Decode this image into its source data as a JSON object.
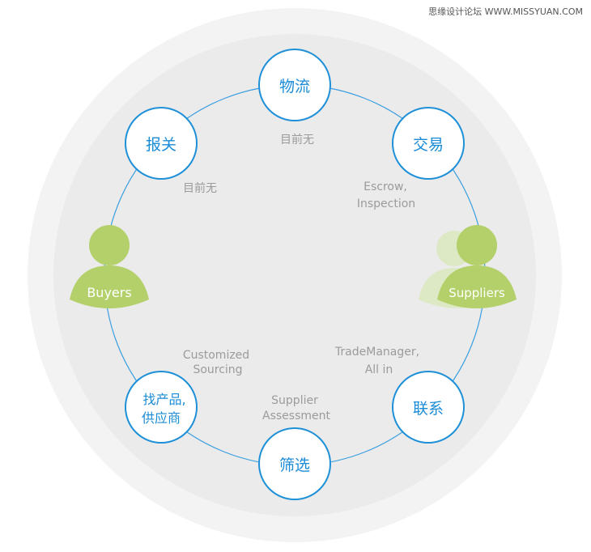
{
  "watermark": "思缘设计论坛 WWW.MISSYUAN.COM",
  "colors": {
    "node_stroke": "#1e90d8",
    "node_text": "#1a8bd6",
    "ring": "#3b9ee0",
    "person": "#b3d06a",
    "person_light": "#dde8c5",
    "note_text": "#9b9b9b",
    "outer_bg": "#f3f3f3",
    "inner_bg": "#ebebeb"
  },
  "nodes": [
    {
      "id": "logistics",
      "label": "物流"
    },
    {
      "id": "customs",
      "label": "报关"
    },
    {
      "id": "trade",
      "label": "交易"
    },
    {
      "id": "contact",
      "label": "联系"
    },
    {
      "id": "screening",
      "label": "筛选"
    },
    {
      "id": "find",
      "lines": [
        "找产品,",
        "供应商"
      ]
    }
  ],
  "people": {
    "buyers": "Buyers",
    "suppliers": "Suppliers"
  },
  "notes": [
    {
      "id": "logistics-note",
      "lines": [
        "目前无"
      ]
    },
    {
      "id": "customs-note",
      "lines": [
        "目前无"
      ]
    },
    {
      "id": "trade-note",
      "lines": [
        "Escrow,",
        "Inspection"
      ]
    },
    {
      "id": "contact-note",
      "lines": [
        "TradeManager,",
        "All in"
      ]
    },
    {
      "id": "screening-note",
      "lines": [
        "Supplier",
        "Assessment"
      ]
    },
    {
      "id": "find-note",
      "lines": [
        "Customized",
        "Sourcing"
      ]
    }
  ]
}
